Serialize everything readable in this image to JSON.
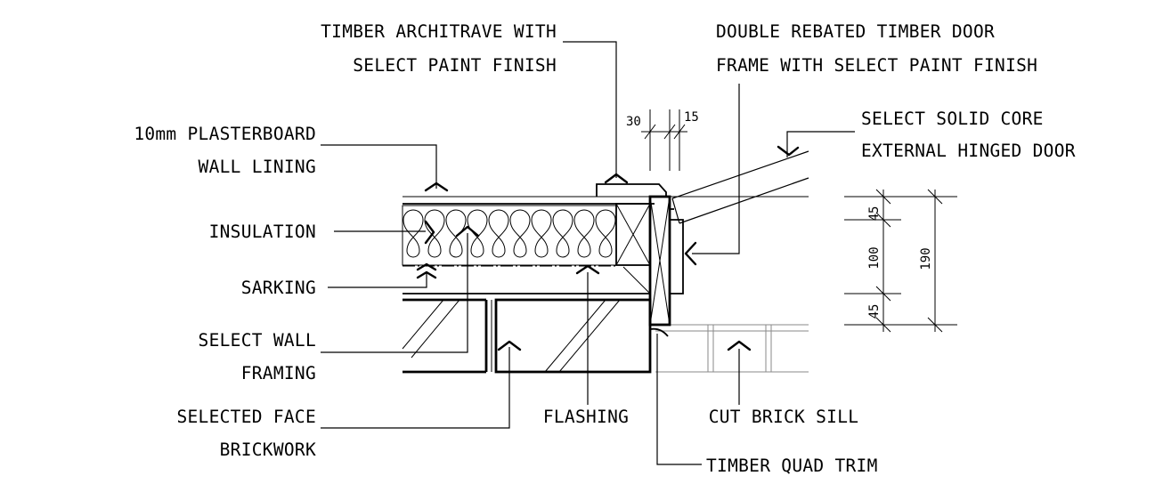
{
  "labels": {
    "architrave_1": "TIMBER ARCHITRAVE WITH",
    "architrave_2": "SELECT PAINT FINISH",
    "frame_1": "DOUBLE REBATED TIMBER DOOR",
    "frame_2": "FRAME WITH SELECT PAINT FINISH",
    "door_1": "SELECT SOLID CORE",
    "door_2": "EXTERNAL HINGED DOOR",
    "plasterboard_1": "10mm PLASTERBOARD",
    "plasterboard_2": "WALL LINING",
    "insulation": "INSULATION",
    "sarking": "SARKING",
    "framing_1": "SELECT WALL",
    "framing_2": "FRAMING",
    "brick_1": "SELECTED FACE",
    "brick_2": "BRICKWORK",
    "flashing": "FLASHING",
    "sill": "CUT BRICK SILL",
    "quad": "TIMBER QUAD TRIM"
  },
  "dimensions": {
    "d30": "30",
    "d15": "15",
    "d45_top": "45",
    "d100": "100",
    "d45_bottom": "45",
    "d190": "190"
  }
}
